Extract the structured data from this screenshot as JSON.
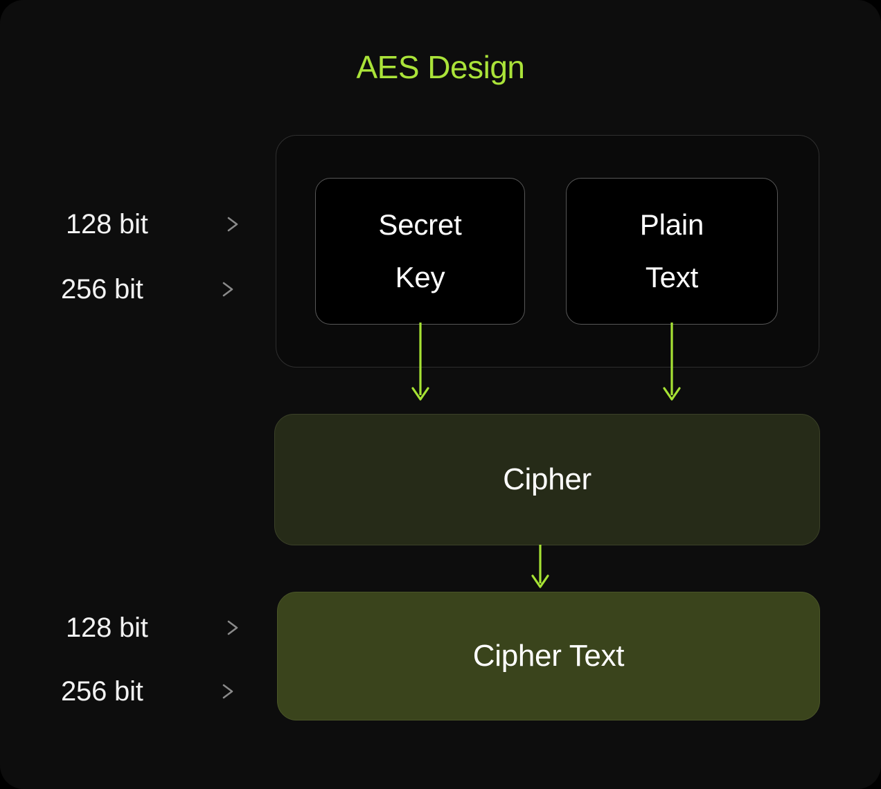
{
  "title": "AES Design",
  "colors": {
    "accent_green": "#aae339",
    "arrow_green": "#a6e234",
    "page_background": "#0d0d0d",
    "input_box_background": "#000000",
    "input_box_border": "#585858",
    "group_border": "#2f2f2f",
    "cipher_background": "#262b18",
    "cipher_text_background": "#3a441c",
    "label_text": "#f2f2f2",
    "box_text": "#ffffff"
  },
  "input_group": {
    "boxes": [
      {
        "id": "secret-key",
        "line1": "Secret",
        "line2": "Key"
      },
      {
        "id": "plain-text",
        "line1": "Plain",
        "line2": "Text"
      }
    ]
  },
  "process": {
    "cipher_label": "Cipher"
  },
  "output": {
    "cipher_text_label": "Cipher Text"
  },
  "key_size_labels_top": [
    {
      "text": "128 bit"
    },
    {
      "text": "256 bit"
    }
  ],
  "key_size_labels_bottom": [
    {
      "text": "128 bit"
    },
    {
      "text": "256 bit"
    }
  ],
  "flow": {
    "edges": [
      {
        "from": "secret-key",
        "to": "cipher"
      },
      {
        "from": "plain-text",
        "to": "cipher"
      },
      {
        "from": "cipher",
        "to": "cipher-text"
      }
    ]
  }
}
